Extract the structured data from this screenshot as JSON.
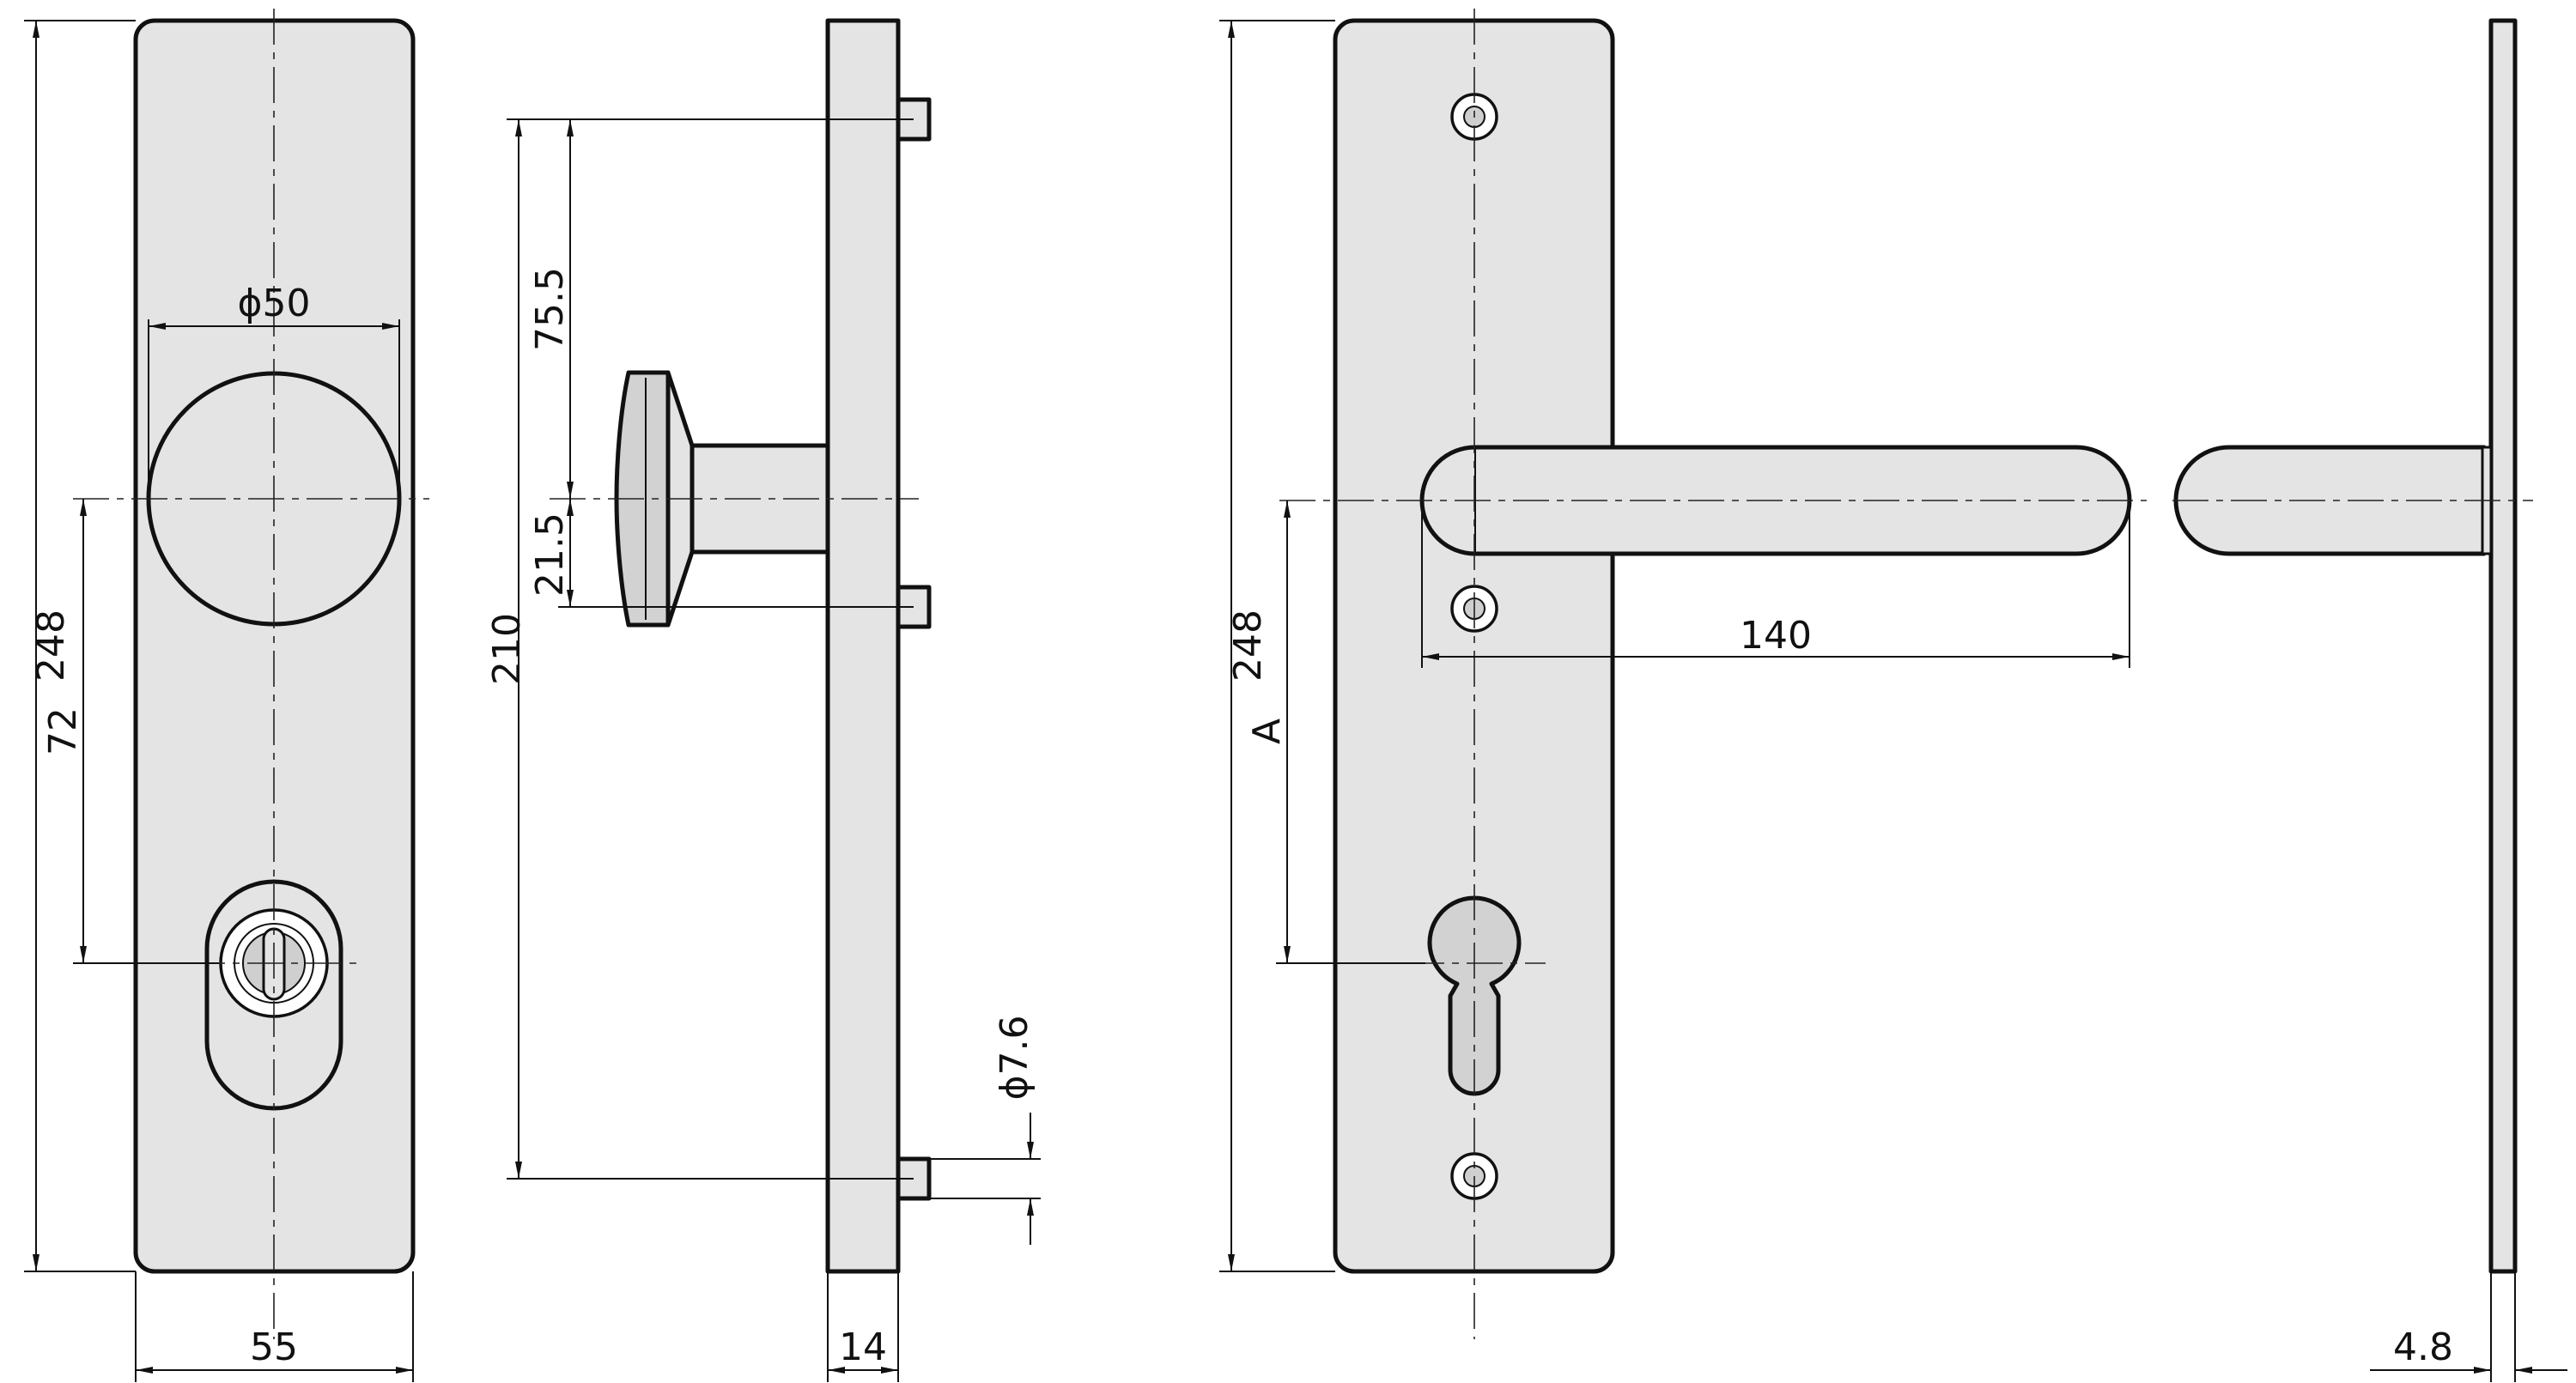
{
  "dimensions": {
    "knob_plate": {
      "height": "248",
      "width": "55",
      "knob_diameter": "ϕ50",
      "knob_to_cylinder": "72"
    },
    "knob_side": {
      "pin_spacing": "210",
      "upper_pin_to_axis": "75.5",
      "axis_to_pin": "21.5",
      "pin_diameter": "ϕ7.6",
      "plate_thickness": "14"
    },
    "lever_plate": {
      "height": "248",
      "lever_length": "140",
      "backset_label": "A"
    },
    "lever_side": {
      "plate_thickness": "4.8"
    }
  }
}
